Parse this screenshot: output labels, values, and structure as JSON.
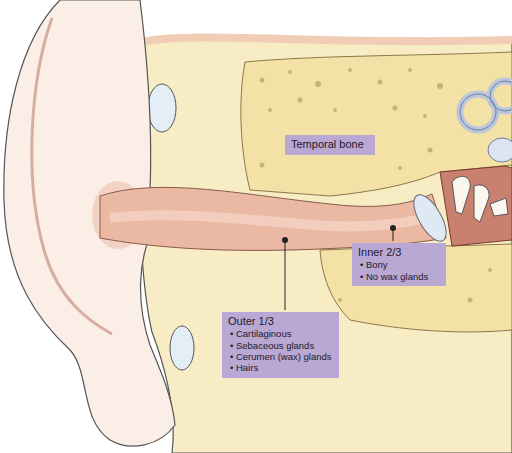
{
  "diagram": {
    "nodes": [
      {
        "text": [
          "Temporal bone"
        ]
      },
      {
        "text": [
          "Inner 2/3",
          "• Bony",
          "• No wax glands"
        ]
      },
      {
        "text": [
          "Outer 1/3",
          "• Cartilaginous",
          "• Sebaceous glands",
          "• Cerumen (wax) glands",
          "• Hairs"
        ]
      }
    ]
  }
}
